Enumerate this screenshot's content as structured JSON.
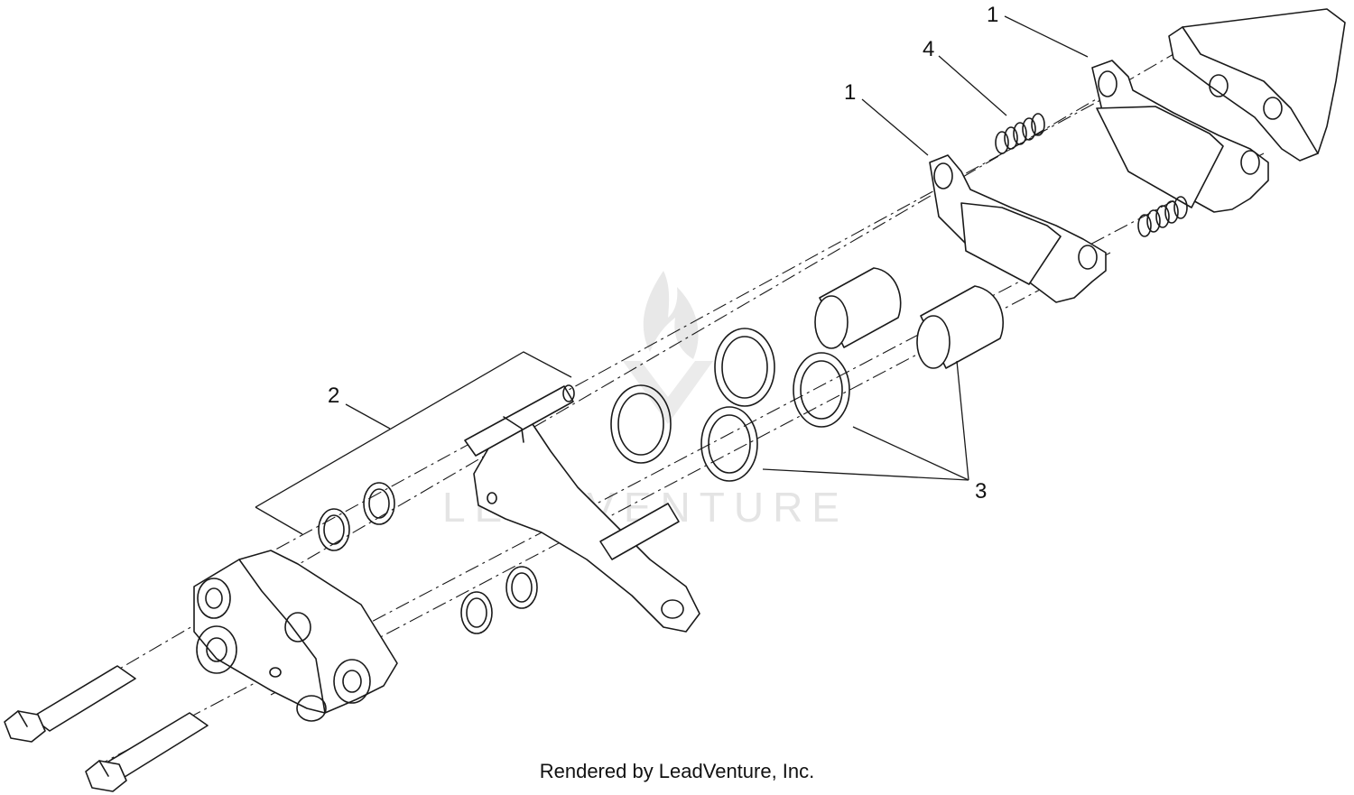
{
  "diagram": {
    "callouts": [
      {
        "number": "1",
        "id": "upper-pad"
      },
      {
        "number": "1",
        "id": "lower-pad"
      },
      {
        "number": "4",
        "id": "spring"
      },
      {
        "number": "2",
        "id": "bushing-kit"
      },
      {
        "number": "3",
        "id": "seal-kit"
      }
    ],
    "watermark": "LEADVENTURE"
  },
  "footer": {
    "credit": "Rendered by LeadVenture, Inc."
  }
}
